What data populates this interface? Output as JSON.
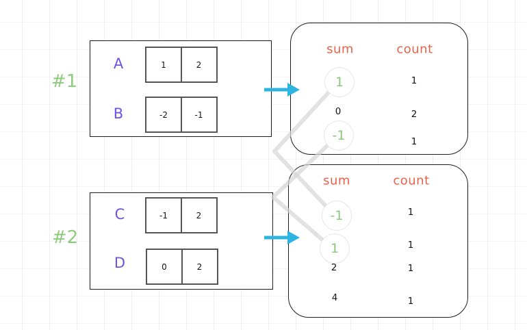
{
  "colors": {
    "accent_arrow_cyan": "#2db4e1",
    "header_orange": "#e8634a",
    "highlight_green": "#8bc87a",
    "array_label_purple": "#6e52e0",
    "group_tag_green": "#8fcb7e",
    "connector_gray": "#d6d6d6"
  },
  "groups": [
    {
      "tag": "#1",
      "arrays": [
        {
          "name": "A",
          "cells": [
            "1",
            "2"
          ]
        },
        {
          "name": "B",
          "cells": [
            "-2",
            "-1"
          ]
        }
      ],
      "result": {
        "headers": {
          "sum": "sum",
          "count": "count"
        },
        "rows": [
          {
            "sum": "1",
            "count": "1",
            "highlighted": true
          },
          {
            "sum": "0",
            "count": "2",
            "highlighted": false
          },
          {
            "sum": "-1",
            "count": "1",
            "highlighted": true
          }
        ]
      }
    },
    {
      "tag": "#2",
      "arrays": [
        {
          "name": "C",
          "cells": [
            "-1",
            "2"
          ]
        },
        {
          "name": "D",
          "cells": [
            "0",
            "2"
          ]
        }
      ],
      "result": {
        "headers": {
          "sum": "sum",
          "count": "count"
        },
        "rows": [
          {
            "sum": "-1",
            "count": "1",
            "highlighted": true
          },
          {
            "sum": "1",
            "count": "1",
            "highlighted": true
          },
          {
            "sum": "2",
            "count": "1",
            "highlighted": false
          },
          {
            "sum": "4",
            "count": "1",
            "highlighted": false
          }
        ]
      }
    }
  ],
  "connections": [
    {
      "from": "group1-result-sum-1",
      "to": "group2-result-sum--1"
    },
    {
      "from": "group1-result-sum--1",
      "to": "group2-result-sum-1"
    }
  ]
}
